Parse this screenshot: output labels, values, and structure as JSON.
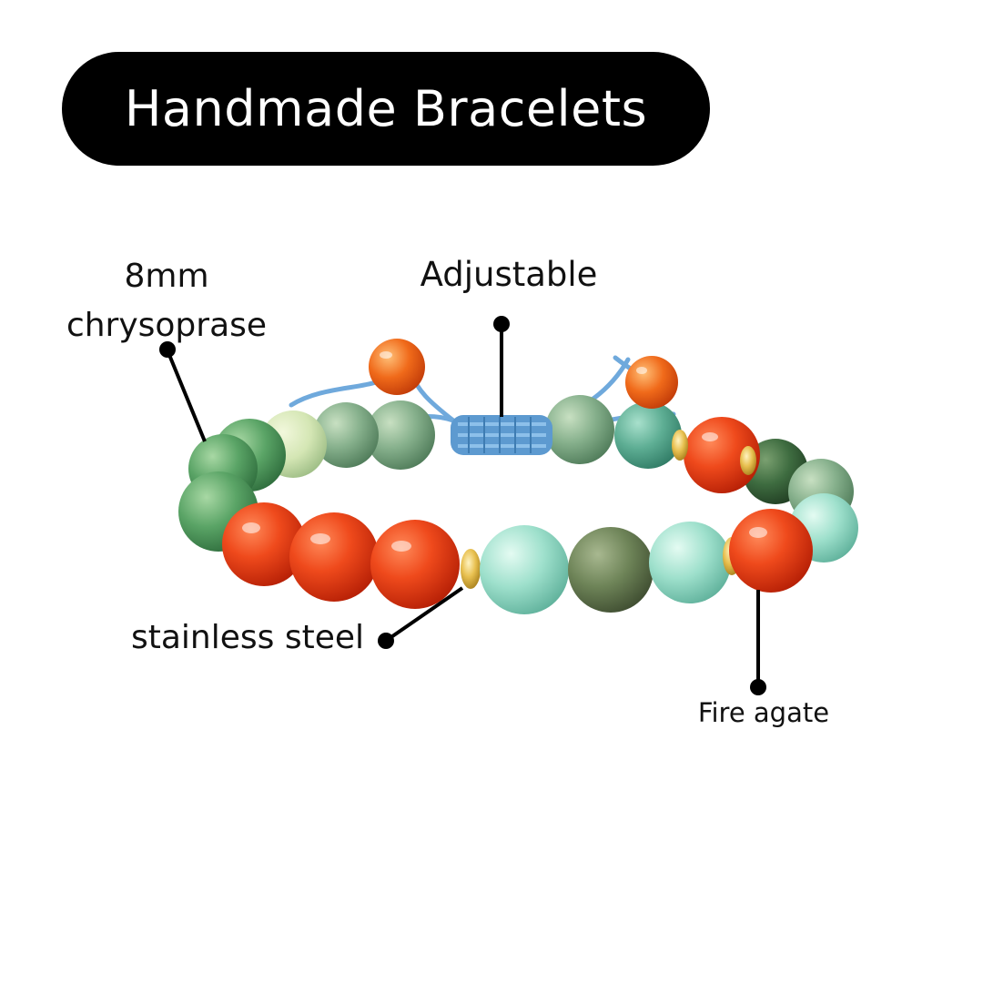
{
  "title": "Handmade Bracelets",
  "labels": {
    "chrysoprase_line1": "8mm",
    "chrysoprase_line2": "chrysoprase",
    "adjustable": "Adjustable",
    "stainless_steel": "stainless steel",
    "fire_agate": "Fire agate"
  },
  "colors": {
    "pill": "#000000",
    "cord": "#6fa9dc",
    "carnelian": "#e53a10",
    "chrysoprase": "#4f9a5c",
    "pale_jade": "#cfe4b6",
    "amazonite": "#8fd8c4",
    "gold_spacer": "#e8c050"
  }
}
